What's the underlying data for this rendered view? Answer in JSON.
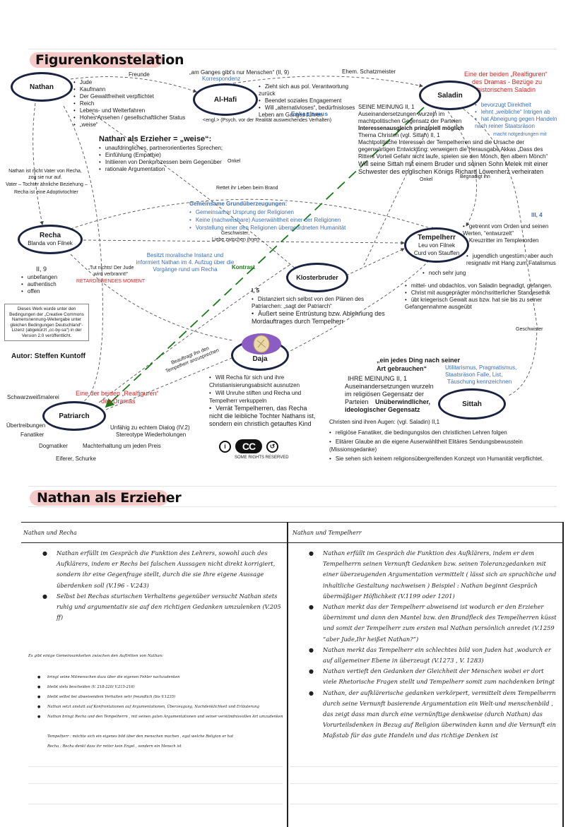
{
  "section1": {
    "title": "Figurenkonstelation"
  },
  "nodes": {
    "nathan": {
      "name": "Nathan"
    },
    "alhafi": {
      "name": "Al-Hafi"
    },
    "saladin": {
      "name": "Saladin"
    },
    "recha": {
      "name": "Recha",
      "sub": "Blanda von Filnek"
    },
    "tempelherr": {
      "name": "Tempelherr",
      "sub1": "Leu von Filnek",
      "sub2": "Curd von Stauffen"
    },
    "klosterbruder": {
      "name": "Klosterbruder"
    },
    "daja": {
      "name": "Daja"
    },
    "patriarch": {
      "name": "Patriarch"
    },
    "sittah": {
      "name": "Sittah"
    }
  },
  "nathan_traits": [
    "Jude",
    "Kaufmann",
    "Der Gewaltfreiheit verpflichtet",
    "Reich",
    "Lebens- und Welterfahren",
    "Hohes Ansehen / gesellschaftlicher Status",
    "„weise“"
  ],
  "edges": {
    "freunde": "Freunde",
    "ganges": "„am Ganges gibt's nur Menschen“ (II, 9)",
    "korrespondenz": "Korrespondenz",
    "schatzmeister": "Ehem. Schatzmeister",
    "nicht_vater": "Nathan ist nicht Vater von Recha, zog sie nur auf.",
    "vater_tochter": "Vater – Tochter ähnliche Beziehung –",
    "adoptivtochter": "Recha ist eine Adoptivtochter",
    "rettet": "Rettet ihr Leben beim Brand",
    "geschwister1": "Geschwister,",
    "geschwister1b": "Liebe zwischen ihnen",
    "onkel1": "Onkel",
    "onkel2": "Onkel",
    "begnadigt": "Begnadigt ihn",
    "geschwister2": "Geschwister",
    "beauftragt": "Beauftragt ihn den Tempelherr anzusprechen",
    "kontrast": "Kontrast"
  },
  "alhafi_traits": [
    "Zieht sich aus pol. Verantwortung zurück",
    "Beendet soziales Engagement",
    "Will „alternativloses“, bedürfnisloses Leben am Ganges führen"
  ],
  "eskapismus": {
    "label": "Eskapismus",
    "def": "<engl.> (Psych. vor der Realität ausweichendes Verhalten)"
  },
  "saladin_real": {
    "line1": "Eine der beiden „Realfiguren“",
    "line2": "des Dramas - Bezüge zu",
    "line3": "historischem Saladin"
  },
  "saladin_traits": [
    "bevorzugt Direktheit",
    "lehnt „weibliche“ Intrigen ab",
    "hat Abneigung gegen Handeln nach reiner Staatsräson"
  ],
  "saladin_extra": "macht notgedrungen mit",
  "seine_meinung": {
    "l1": "SEINE MEINUNG  II, 1",
    "l2": "Auseinandersetzungen wurzeln im",
    "l3": "machtpolitischen Gegensatz der Parteien",
    "l4": "Interessenausgleich prinzipiell möglich",
    "l5": "Therna Christen (vgl. Sittah)  II, 1",
    "l6": "Machtpolitische Interessen der Tempelherren sind die Ursache der",
    "l7": "gegenwärtigen Entwicklung: verweigern die Herausgabe Akkas „Dass des",
    "l8": "Ritters Vorteil Gefahr nicht laufe, spielen sie den Mönch, den albern Mönch“",
    "l9": "Will seine Sittah mit einem Bruder und seinen Sohn Melek mit einer",
    "l10": "Schwester des englischen Königs Richard Löwenherz verheiraten"
  },
  "erzieher_box": {
    "title": "Nathan als Erzieher = „weise“:",
    "items": [
      "unaufdringliches, partnerorientiertes Sprechen;",
      "Einfühlung (Empathie)",
      "Initiieren von Denkprozessen beim Gegenüber",
      "rationale Argumentation"
    ]
  },
  "gemeinsam": {
    "title": "Gemeinsame Grundüberzeugungen:",
    "items": [
      "Gemeinsamer Ursprung der Religionen",
      "Keine (nachweisbare) Auserwähltheit einer der Religionen",
      "Vorstellung einer den Religionen übergeordneten Humanität"
    ]
  },
  "tempelherr_traits1": [
    "getrennt vom Orden und seinen Werten, “entwurzelt”",
    "Kreuzritter im Templerorden"
  ],
  "tempelherr_label": "III, 4",
  "tempelherr_traits2": [
    "jugendlich ungestüm, aber auch resignativ mit Hang zum Fatalismus",
    "noch sehr jung"
  ],
  "tempelherr_traits3": [
    "mittel- und obdachlos, von Saladin begnadigt, gefangen.",
    "Christ mit ausgeprägter mönchsritterlicher Standesethik",
    "übt kriegerisch Gewalt aus bzw. hat sie bis zu seiner Gefangennahme ausgeübt"
  ],
  "recha_info": {
    "ref": "II, 9",
    "items": [
      "unbefangen",
      "authentisch",
      "offen"
    ]
  },
  "besitzt": "Besitzt moralische Instanz und informiert Nathan im 4. Aufzug über die Vorgänge rund um Recha",
  "tut_nichts": "„Tut nichts! Der Jude wird verbrannt!“",
  "retardierend": "RETARDIERENDES MOMENT",
  "kloster_info": {
    "ref": "I, 5",
    "items": [
      "Distanziert sich selbst von den Plänen des Patriarchen: „sagt der Patriarch“",
      "Äußert seine Entrüstung bzw. Ablehnung des Mordauftrages durch Tempelherr"
    ]
  },
  "license": "Dieses Werk wurde unter den Bedingungen der „Creative Commons Namensnennung-Weitergabe unter gleichen Bedingungen Deutschland“-Lizenz (abgekürzt „cc-by-sa“) in der Version 2.0 veröffentlicht.",
  "author": "Autor: Steffen Kuntoff",
  "daja_traits": [
    "Will Recha für sich und ihre Christianisierungsabsicht ausnutzen",
    "Will Unruhe stiften und Recha und Tempelherr verkuppeln",
    "Verrät Tempelherren, das Recha nicht die leibliche Tochter Nathans ist, sondern ein christlich getauftes Kind"
  ],
  "cc": {
    "big": "CC",
    "text": "SOME RIGHTS RESERVED"
  },
  "patriarch_real": {
    "l1": "Eine der beiden „Realfiguren“",
    "l2": "des Dramas"
  },
  "patriarch_traits": [
    "Schwarzweißmalerei",
    "Übertreibungen",
    "Fanatiker",
    "Dogmatiker",
    "Machterhaltung um jeden Preis",
    "Eiferer, Schurke",
    "Unfähig zu echtem Dialog (IV.2)",
    "Stereotype Wiederholungen"
  ],
  "sittah_quote": {
    "l1": "„ein jedes Ding nach seiner",
    "l2": "Art gebrauchen“"
  },
  "sittah_blue": [
    "Utilitarismus, Pragmatismus,",
    "Staatsräson Falle, List,",
    "Täuschung kennzeichnen"
  ],
  "ihre_meinung": {
    "l1": "IHRE MEINUNG II, 1",
    "l2": "Auseinandersetzungen wurzeln",
    "l3": "im religiösen Gegensatz der",
    "l4": "Parteien",
    "l4b": "Unüberwindlicher,",
    "l5": "ideologischer Gegensatz"
  },
  "christen": "Christen sind ihren Augen: (vgl. Saladin)  II,1",
  "christen_items": [
    "religiöse Fanatiker, die bedingungslos den christlichen Lehren folgen",
    "Elitärer Glaube an die eigene Auserwähltheit Elitäres Sendungsbewusstein (Missionsgedanke)",
    "Sie sehen sich keinem religionsübergreifenden Konzept von Humanität verpflichtet."
  ],
  "section2": {
    "title": "Nathan als Erzieher"
  },
  "table": {
    "col1_head": "Nathan und Recha",
    "col2_head": "Nathan und Tempelherr",
    "col1_items": [
      "Nathan erfüllt im Gespräch die Funktion des Lehrers, sowohl auch des Aufklärers, indem er Rechs bei falschen Aussagen nicht direkt korrigiert, sondern ihr eine Gegenfrage stellt, durch die sie Ihre eigene Aussage überdenken soll (V.196 - V.243)",
      "Selbst bei Rechas sturischen Verhaltens gegenüber versucht Nathan stets ruhig und argumentativ sie auf den richtigen Gedanken umzulenken (V.205 ff)"
    ],
    "common_head": "Es gibt einige Gemeinsamkeiten zwischen den Auftritten von Nathan:",
    "common_items": [
      "bringt seine Mitmenschen dazu über die eigenen Fehler nachzudenken",
      "bleibt stets bescheiden (V. 218-220/ V.215-216)",
      "bleibt selbst bei abweisendem Verhalten sehr freundlich (bis V.1235)",
      "Nathan setzt anstatt auf Konfrontationen auf Argumentationen, Überzeugung, Nachdenklichkeit und Erläuterung",
      "Nathan bringt Recha und den Tempelherrn , mit seinen guten Argumentationen und seiner verständnisvollen Art  umzudenken"
    ],
    "common_sub1": "Tempelherr : möchte sich ein eigenes bild über den menschen machen , egal welche Religion er hat",
    "common_sub2": "Recha :  Recha denkt dass ihr retter kein Engel , sondern ein Mensch ist",
    "col2_items": [
      "Nathan erfüllt im Gespräch die Funktion des Aufklärers, indem er dem Tempelherrn seinen Vernunft Gedanken bzw. seinen Toleranzgedanken mit einer überzeugenden Argumentation vermittelt ( lässt sich an sprachliche und inhaltliche Gestaltung nachweisen ) Beispiel : Nathan beginnt Gespräch übermäßiger Höflichkeit (V.1199 oder 1201)",
      "Nathan merkt das der Tempelherr abweisend ist wodurch er den Erzieher übernimmt und dann den Mantel bzw. den Brandfleck des Tempelherren küsst und somit der Tempelherr zum ersten mal Nathan persönlich anredet (V.1259 “aber Jude,Ihr heißet Nathan?”)",
      "Nathan merkt das Tempelherr ein schlechtes bild von Juden hat ,wodurch  er auf allgemeiner Ebene in überzeugt (V.1273 ,  V. 1283)",
      "Nathan vertieft den Gedanken der Gleichheit der Menschen wobei er dort viele Rhetorische Fragen stellt und Tempelherr somit zum nachdenken bringt",
      "Nathan, der aufklärerische gedanken verkörpert, vermittelt dem Tempelherrn durch seine Vernunft basierende Argumentation ein Welt-und menschenbild , das zeigt dass man durch eine vernünftige denkweise (durch Nathan) das Vorurteilsdenken in Bezug auf Religion überwinden kann und die Vernunft ein Maßstab für das gute Handeln und das richtige Denken ist"
    ]
  }
}
